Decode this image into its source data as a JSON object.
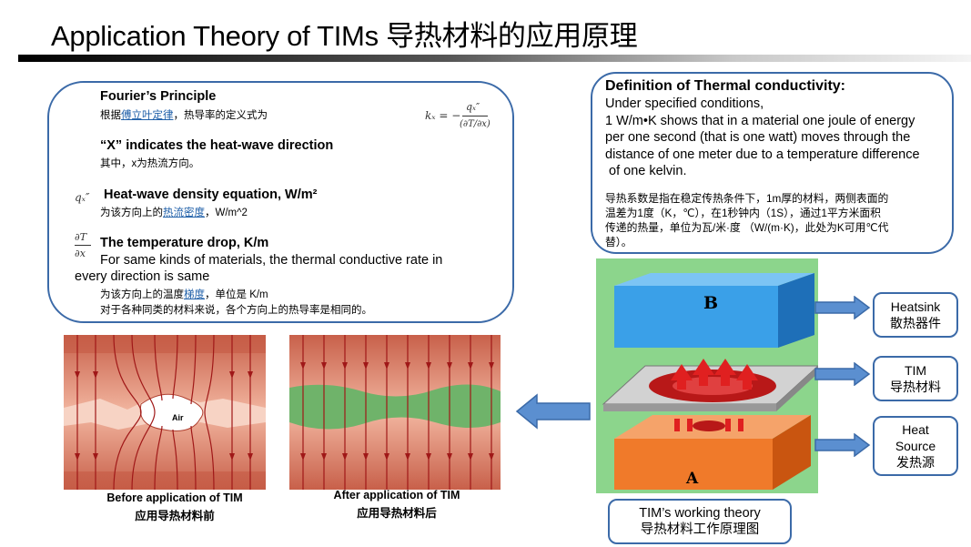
{
  "title": "Application Theory of TIMs 导热材料的应用原理",
  "fourier": {
    "heading": "Fourier’s Principle",
    "def_prefix": "根据",
    "def_link": "傅立叶定律",
    "def_suffix": "，热导率的定义式为",
    "formula_k": "kₓ = −",
    "formula_num": "qₓ″",
    "formula_den": "(∂T/∂x)",
    "x_heading": "“X” indicates the heat-wave direction",
    "x_cn": "其中，x为热流方向。",
    "q_symbol": "qₓ″",
    "q_heading": "Heat-wave density equation, W/m²",
    "q_cn_prefix": "为该方向上的",
    "q_cn_link": "热流密度",
    "q_cn_suffix": "，W/m^2",
    "dt_symbol_num": "∂T",
    "dt_symbol_den": "∂x",
    "dt_heading": "The temperature drop, K/m",
    "dt_en_1": "For same kinds of materials, the thermal conductive rate in",
    "dt_en_2": "every direction is same",
    "dt_cn_prefix": "为该方向上的温度",
    "dt_cn_link": "梯度",
    "dt_cn_suffix": "，单位是 K/m",
    "dt_cn_2": "对于各种同类的材料来说，各个方向上的热导率是相同的。"
  },
  "definition": {
    "heading": "Definition of Thermal conductivity:",
    "en_lines": [
      "Under specified conditions,",
      "1 W/m•K shows that in a material one joule of energy",
      "per one second (that is one watt) moves through the",
      "distance of one meter due to a temperature difference",
      " of one kelvin."
    ],
    "cn_lines": [
      "导热系数是指在稳定传热条件下，1m厚的材料，两侧表面的",
      "温差为1度（K，℃），在1秒钟内（1S），通过1平方米面积",
      "传递的热量，单位为瓦/米·度 （W/(m·K)，此处为K可用℃代",
      "替）。"
    ]
  },
  "diagram": {
    "label_b": "B",
    "label_a": "A",
    "air_label": "Air",
    "caption_en": "TIM’s working theory",
    "caption_cn": "导热材料工作原理图"
  },
  "callouts": [
    {
      "en": "Heatsink",
      "cn": "散热器件"
    },
    {
      "en": "TIM",
      "cn": "导热材料"
    },
    {
      "en": "Heat",
      "en2": "Source",
      "cn": "发热源"
    }
  ],
  "captions": {
    "before_en": "Before application of TIM",
    "before_cn": "应用导热材料前",
    "after_en": "After application of TIM",
    "after_cn": "应用导热材料后"
  },
  "colors": {
    "accent_blue": "#3b6aa8",
    "arrow_blue": "#5b8fd0",
    "green_bg": "#8cd58c",
    "block_blue": "#3aa0e8",
    "block_orange": "#f07a2a",
    "material_red": "#d8705a",
    "tim_green": "#6fb36a"
  }
}
